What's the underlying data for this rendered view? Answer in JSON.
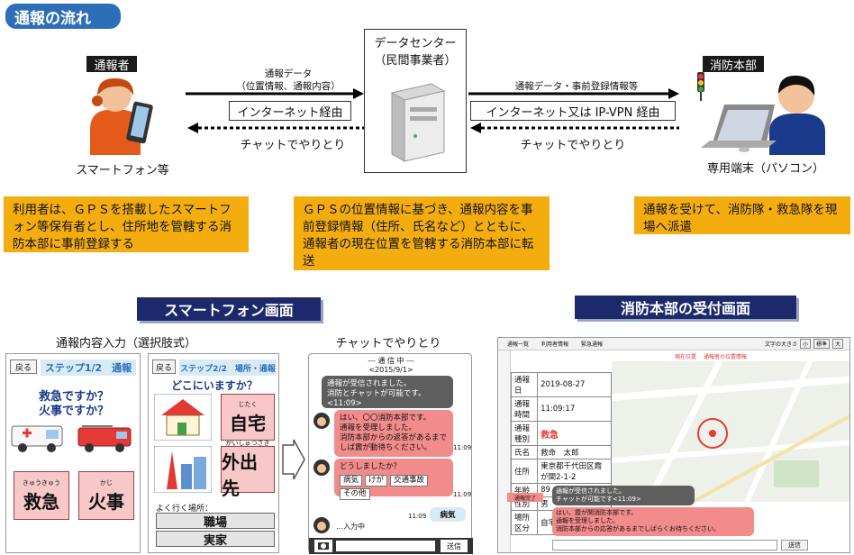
{
  "header": {
    "title": "通報の流れ"
  },
  "caller": {
    "label": "通報者",
    "device": "スマートフォン等"
  },
  "datacenter": {
    "line1": "データセンター",
    "line2": "（民間事業者）"
  },
  "hq": {
    "label": "消防本部",
    "device": "専用端末（パソコン）"
  },
  "left_link": {
    "data_line1": "通報データ",
    "data_line2": "（位置情報、通報内容）",
    "network": "インターネット経由",
    "chat": "チャットでやりとり"
  },
  "right_link": {
    "data": "通報データ・事前登録情報等",
    "network": "インターネット又は IP-VPN 経由",
    "chat": "チャットでやりとり"
  },
  "notes": {
    "left": "利用者は、ＧＰＳを搭載したスマートフォン等保有者とし、住所地を管轄する消防本部に事前登録する",
    "center": "ＧＰＳの位置情報に基づき、通報内容を事前登録情報（住所、氏名など）とともに、通報者の現在位置を管轄する消防本部に転送",
    "right": "通報を受けて、消防隊・救急隊を現場へ派遣"
  },
  "sections": {
    "smartphone": "スマートフォン画面",
    "hq_screen": "消防本部の受付画面"
  },
  "phone1": {
    "caption": "通報内容入力（選択肢式）",
    "back": "戻る",
    "step": "ステップ1/2　通報",
    "q1": "救急ですか？",
    "q2": "火事ですか？",
    "btn1_ruby": "きゅうきゅう",
    "btn1": "救急",
    "btn2_ruby": "かじ",
    "btn2": "火事"
  },
  "phone2": {
    "back": "戻る",
    "step": "ステップ2/2　場所・通報",
    "question": "どこにいますか？",
    "btn1_ruby": "じたく",
    "btn1": "自宅",
    "btn2_ruby": "がいしゅつさき",
    "btn2": "外出先",
    "frequent": "よく行く場所：",
    "place1": "職場",
    "place2": "実家"
  },
  "phone3": {
    "caption": "チャットでやりとり",
    "status": "--- 通 信 中 ---",
    "date": "<2015/9/1>",
    "msg1": "通報が受信されました。\n消防とチャットが可能です。\n<11:09>",
    "msg2": "はい、〇〇消防本部です。\n通報を受理しました。\n消防本部からの返答があるまでしば震が動待ちください。",
    "time2": "11:09",
    "msg3": "どうしましたか？",
    "opt1": "病気",
    "opt2": "けが",
    "opt3": "交通事故",
    "opt4": "その他",
    "time3": "11:09",
    "reply_time": "11:09",
    "reply": "病気",
    "typing": "…入力中",
    "send": "送信"
  },
  "hq_ui": {
    "menu1": "通報一覧",
    "menu2": "利用者情報",
    "menu3": "緊急通報",
    "top_right": "文字の大きさ",
    "size_s": "小",
    "size_m": "標準",
    "size_l": "大",
    "legend1": "現在位置",
    "legend2": "通報者の位置情報",
    "table": [
      [
        "通報日",
        "2019-08-27"
      ],
      [
        "通報時間",
        "11:09:17"
      ],
      [
        "通報種別",
        "救急"
      ],
      [
        "氏名",
        "救命　太郎"
      ],
      [
        "住所",
        "東京都千代田区霞が関2-1-2"
      ],
      [
        "年齢",
        "89"
      ],
      [
        "性別",
        "男"
      ],
      [
        "場所区分",
        "自宅"
      ]
    ],
    "side_btn": "通報完了",
    "chat1": "通報が受信されました。\nチャットが可能です<11:09>",
    "chat2": "はい、霞が関消防本部です。\n通報を受理しました。\n消防本部からの応答があるまでしばらくお待ちください。",
    "send": "送信"
  }
}
